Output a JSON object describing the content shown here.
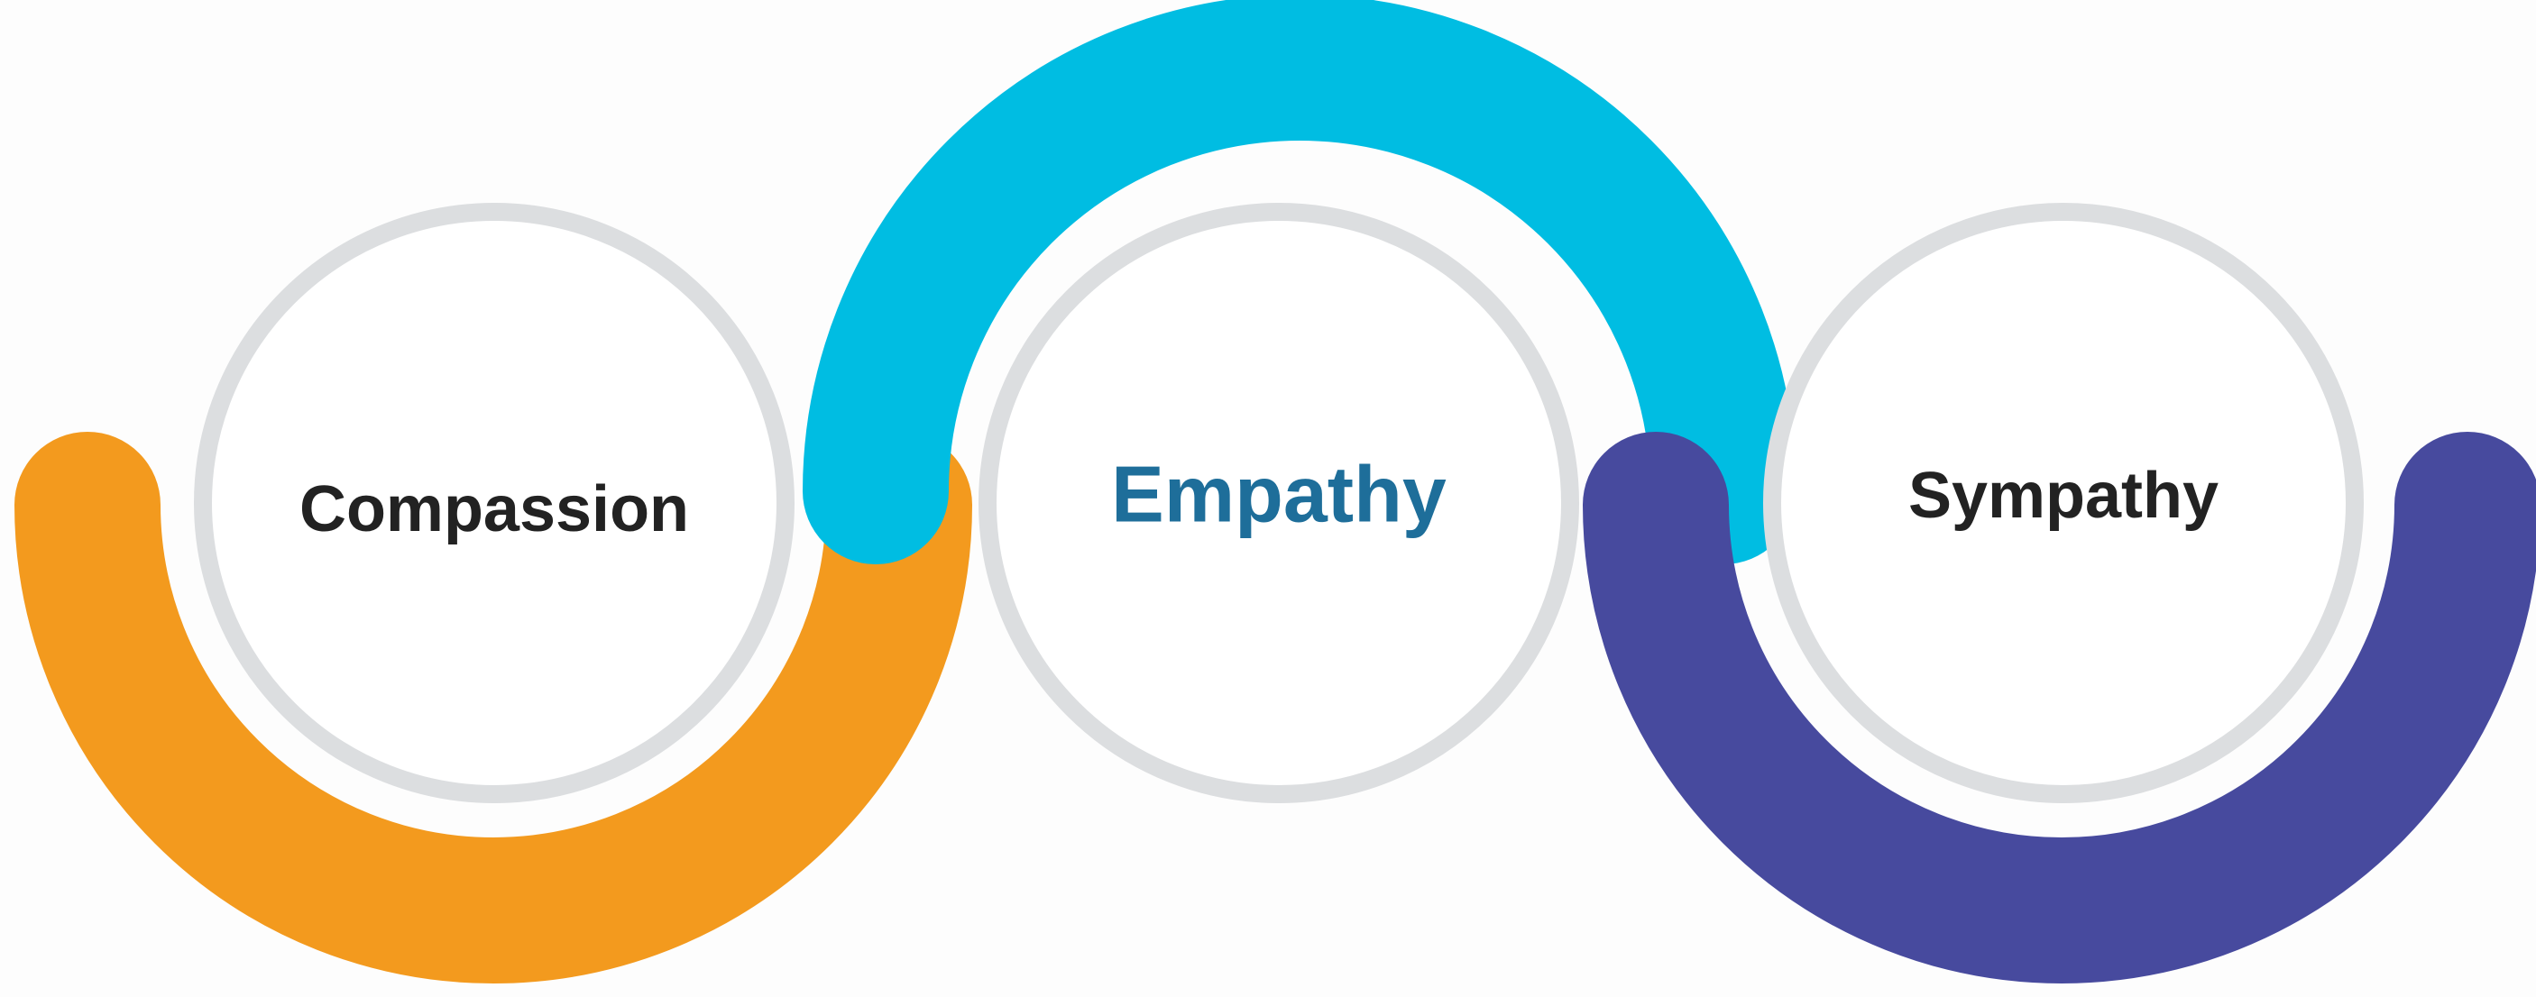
{
  "diagram": {
    "circles": [
      {
        "label": "Compassion",
        "arc_color": "#F39A1E",
        "text_color": "#222222",
        "arc_direction": "down"
      },
      {
        "label": "Empathy",
        "arc_color": "#00BDE2",
        "text_color": "#1E6E9A",
        "arc_direction": "up"
      },
      {
        "label": "Sympathy",
        "arc_color": "#474A9E",
        "text_color": "#222222",
        "arc_direction": "down"
      }
    ],
    "colors": {
      "ring": "#DCDEE0",
      "circle_fill": "#FFFFFF",
      "background": "#FDFDFD"
    }
  }
}
